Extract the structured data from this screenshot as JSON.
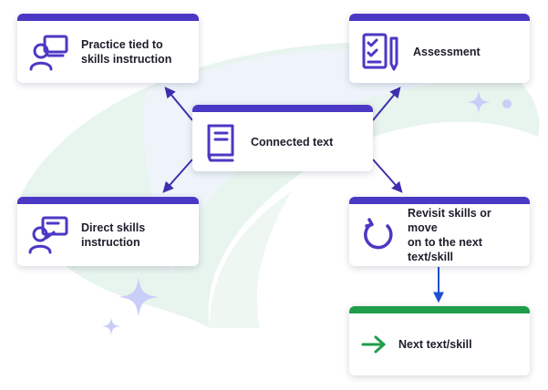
{
  "nodes": {
    "practice": {
      "label_line1": "Practice tied to",
      "label_line2": "skills instruction"
    },
    "assessment": {
      "label_line1": "Assessment"
    },
    "connected": {
      "label_line1": "Connected text"
    },
    "direct": {
      "label_line1": "Direct skills",
      "label_line2": "instruction"
    },
    "revisit": {
      "label_line1": "Revisit skills or move",
      "label_line2": "on to the next text/skill"
    },
    "next": {
      "label_line1": "Next text/skill"
    }
  },
  "icons": {
    "practice": "person-at-computer-icon",
    "assessment": "checklist-pencil-icon",
    "connected": "book-icon",
    "direct": "person-presenting-icon",
    "revisit": "circular-arrow-icon",
    "next": "right-arrow-icon"
  },
  "colors": {
    "accent": "#4b38c4",
    "success": "#1f9d4a",
    "connector": "#3f2fb0",
    "flow_arrow": "#1f4fd1",
    "swoosh": "#e3f2ea",
    "sparkle": "#c9cdf7"
  }
}
